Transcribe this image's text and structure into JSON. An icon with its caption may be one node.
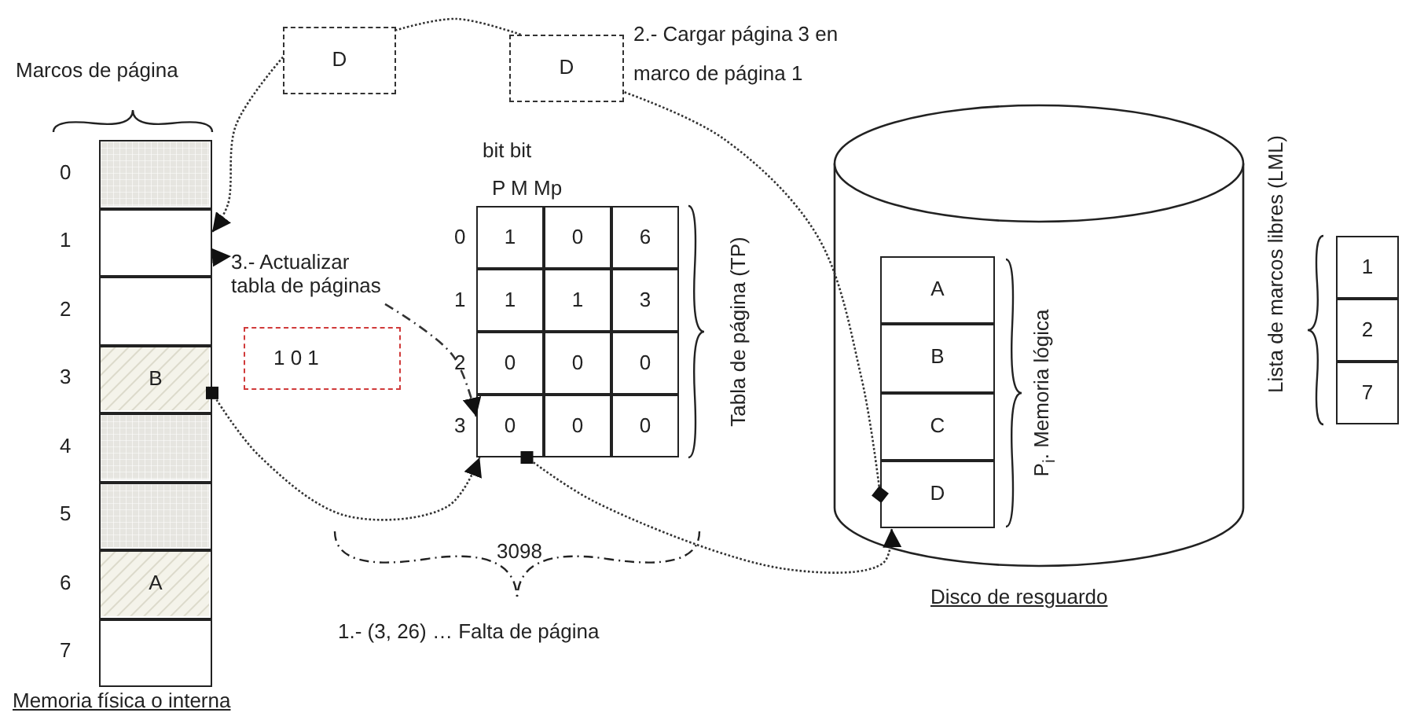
{
  "diagram": {
    "nodes": [
      {
        "text": [],
        "shape": "box"
      },
      {
        "text": [],
        "shape": "box"
      },
      {
        "text": [],
        "shape": "box"
      },
      {
        "text": [
          "B"
        ]
      },
      {
        "text": [],
        "shape": "box"
      },
      {
        "text": [],
        "shape": "box"
      },
      {
        "text": [
          "A"
        ]
      },
      {
        "text": [],
        "shape": "box"
      },
      {
        "text": [
          "D"
        ]
      },
      {
        "text": [
          "D"
        ]
      },
      {
        "text": [
          "3.- Actualizar tabla de páginas"
        ]
      },
      {
        "text": [
          "1 0 1"
        ]
      },
      {
        "text": [
          "1"
        ]
      },
      {
        "text": [
          "0"
        ]
      },
      {
        "text": [
          "6"
        ]
      },
      {
        "text": [
          "1"
        ]
      },
      {
        "text": [
          "1"
        ]
      },
      {
        "text": [
          "3"
        ]
      },
      {
        "text": [
          "0"
        ]
      },
      {
        "text": [
          "0"
        ]
      },
      {
        "text": [
          "0"
        ]
      },
      {
        "text": [
          "0"
        ]
      },
      {
        "text": [
          "0"
        ]
      },
      {
        "text": [
          "0"
        ]
      },
      {
        "text": [],
        "shape": "cylinder"
      },
      {
        "text": [
          "A"
        ],
        "in": 24
      },
      {
        "text": [
          "B"
        ],
        "in": 24
      },
      {
        "text": [
          "C"
        ],
        "in": 24
      },
      {
        "text": [
          "D"
        ],
        "in": 24
      },
      {
        "text": [
          "1"
        ]
      },
      {
        "text": [
          "2"
        ]
      },
      {
        "text": [
          "7"
        ]
      }
    ],
    "edges": [
      {
        "from": 28,
        "to": 9,
        "arrow": "other"
      },
      {
        "from": 9,
        "to": 8,
        "arrow": "none"
      },
      {
        "from": 8,
        "to": 1,
        "arrow": "to"
      },
      {
        "from": 1,
        "to": 10,
        "arrow": "to",
        "style": "dashed"
      },
      {
        "from": 10,
        "to": 21,
        "arrow": "to",
        "style": "dashed"
      },
      {
        "from": 3,
        "to": 21,
        "arrow": "to"
      },
      {
        "from": 21,
        "to": 28,
        "arrow": "to"
      }
    ],
    "labels": [
      "Marcos de página",
      "0",
      "1",
      "2",
      "3",
      "4",
      "5",
      "6",
      "7",
      "Memoria física o interna",
      "2.- Cargar página 3 en marco de página 1",
      "bit bit",
      "P M Mp",
      "0",
      "1",
      "2",
      "3",
      "Tabla de página (TP)",
      "3098",
      "1.- (3, 26) … Falta de página",
      "P$_{i}$. Memoria lógica",
      "Disco de resguardo",
      "Lista de marcos libres (LML)"
    ]
  }
}
